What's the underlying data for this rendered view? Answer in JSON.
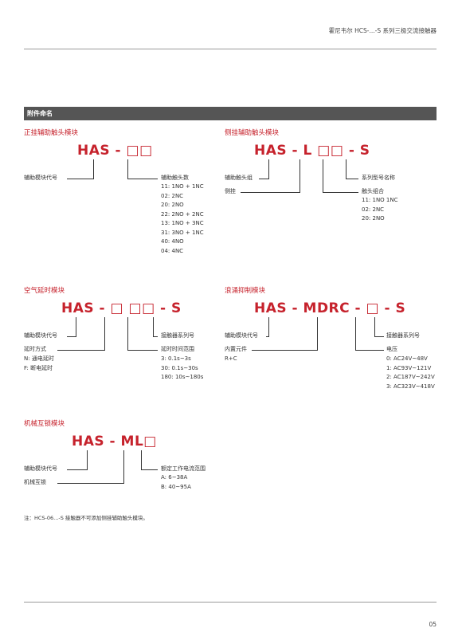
{
  "header": "霍尼韦尔 HCS-...-S 系列三极交流接触器",
  "section_title": "附件命名",
  "front": {
    "title": "正挂辅助触头模块",
    "code": "HAS - □□",
    "left_label": "辅助模块代号",
    "right_label": "辅助触头数",
    "options": [
      "11: 1NO + 1NC",
      "02: 2NC",
      "20: 2NO",
      "22: 2NO + 2NC",
      "13: 1NO + 3NC",
      "31: 3NO + 1NC",
      "40: 4NO",
      "04: 4NC"
    ]
  },
  "side": {
    "title": "侧挂辅助触头模块",
    "code": "HAS - L □□ - S",
    "left_label1": "辅助触头组",
    "left_label2": "侧挂",
    "right_label1": "系列型号名称",
    "right_label2": "触头组合",
    "options": [
      "11: 1NO 1NC",
      "02: 2NC",
      "20: 2NO"
    ]
  },
  "timer": {
    "title": "空气延时模块",
    "code": "HAS - □ □□ - S",
    "left_label1": "辅助模块代号",
    "left_label2": "延时方式",
    "left_options": [
      "N: 通电延时",
      "F: 断电延时"
    ],
    "right_label1": "接触器系列号",
    "right_label2": "延时时间范围",
    "options": [
      "3: 0.1s~3s",
      "30: 0.1s~30s",
      "180: 10s~180s"
    ]
  },
  "surge": {
    "title": "浪涌抑制模块",
    "code": "HAS - MDRC - □ - S",
    "left_label1": "辅助模块代号",
    "left_label2": "内置元件",
    "left_options": [
      "R+C"
    ],
    "right_label1": "接触器系列号",
    "right_label2": "电压",
    "options": [
      "0: AC24V~48V",
      "1: AC93V~121V",
      "2: AC187V~242V",
      "3: AC323V~418V"
    ]
  },
  "interlock": {
    "title": "机械互锁模块",
    "code": "HAS - ML□",
    "left_label1": "辅助模块代号",
    "left_label2": "机械互锁",
    "right_label": "额定工作电流范围",
    "options": [
      "A: 6~38A",
      "B: 40~95A"
    ]
  },
  "note": "注：HCS-06...-S 接触器不可添加侧挂辅助触头模块。",
  "page_number": "05"
}
